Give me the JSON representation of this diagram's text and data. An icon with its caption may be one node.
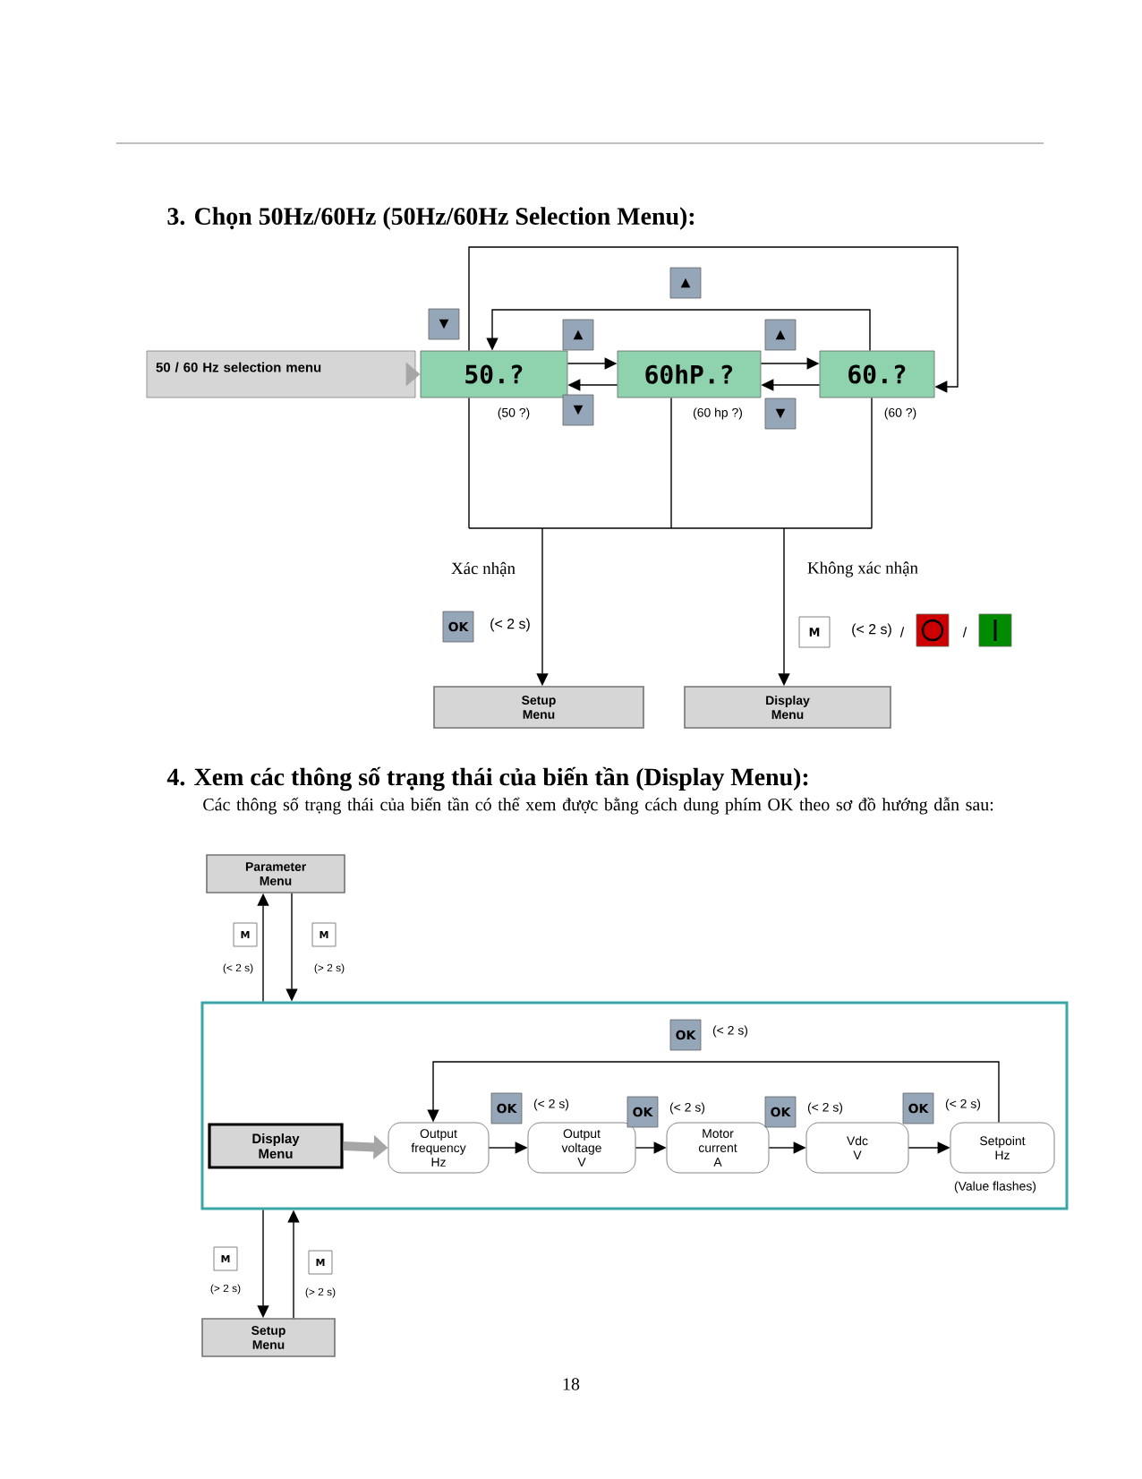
{
  "diagram": {
    "title": "3. Chọn 50Hz/60Hz (50Hz/60Hz Selection Menu):",
    "nodes": [
      {
        "text": [
          "50 / 60 Hz selection menu"
        ]
      },
      {
        "text": [
          "50.?"
        ],
        "beside": [
          "(50 ?)"
        ]
      },
      {
        "text": [
          "60hP.?"
        ],
        "beside": [
          "(60 hp ?)"
        ]
      },
      {
        "text": [
          "60.?"
        ],
        "beside": [
          "(60 ?)"
        ]
      },
      {
        "text": [
          "Setup Menu"
        ]
      },
      {
        "text": [
          "Display Menu"
        ]
      },
      {
        "text": [
          "Parameter Menu"
        ]
      },
      {
        "text": [],
        "shape": "box"
      },
      {
        "text": [
          "Display Menu"
        ],
        "in": 7
      },
      {
        "text": [
          "Output frequency Hz"
        ],
        "in": 7
      },
      {
        "text": [
          "Output voltage V"
        ],
        "in": 7
      },
      {
        "text": [
          "Motor current A"
        ],
        "in": 7
      },
      {
        "text": [
          "Vdc V"
        ],
        "in": 7
      },
      {
        "text": [
          "Setpoint Hz"
        ],
        "in": 7,
        "beside": [
          "(Value flashes)"
        ]
      },
      {
        "text": [
          "Setup Menu"
        ]
      }
    ],
    "edges": [
      {
        "from": 0,
        "to": 1,
        "arrow": "to",
        "style": "thick",
        "color": "#a6a6a6"
      },
      {
        "from": 1,
        "to": 2,
        "arrow": "to"
      },
      {
        "from": 2,
        "to": 1,
        "arrow": "to"
      },
      {
        "from": 2,
        "to": 3,
        "arrow": "to"
      },
      {
        "from": 3,
        "to": 2,
        "arrow": "to"
      },
      {
        "from": 1,
        "to": 3,
        "arrow": "to"
      },
      {
        "from": 3,
        "to": 1,
        "arrow": "to"
      },
      {
        "from": 1,
        "to": 4,
        "arrow": "to"
      },
      {
        "from": 1,
        "to": 5,
        "arrow": "to"
      },
      {
        "from": 2,
        "to": 4,
        "arrow": "to"
      },
      {
        "from": 2,
        "to": 5,
        "arrow": "to"
      },
      {
        "from": 3,
        "to": 4,
        "arrow": "to"
      },
      {
        "from": 3,
        "to": 5,
        "arrow": "to"
      },
      {
        "from": 7,
        "to": 6,
        "arrow": "to"
      },
      {
        "from": 6,
        "to": 7,
        "arrow": "to"
      },
      {
        "from": 8,
        "to": 9,
        "arrow": "to",
        "style": "thick",
        "color": "#a6a6a6"
      },
      {
        "from": 9,
        "to": 10,
        "arrow": "to"
      },
      {
        "from": 10,
        "to": 11,
        "arrow": "to"
      },
      {
        "from": 11,
        "to": 12,
        "arrow": "to"
      },
      {
        "from": 12,
        "to": 13,
        "arrow": "to"
      },
      {
        "from": 13,
        "to": 9,
        "arrow": "to"
      },
      {
        "from": 7,
        "to": 14,
        "arrow": "to"
      },
      {
        "from": 14,
        "to": 7,
        "arrow": "to"
      }
    ],
    "labels": [
      "▲",
      "▼",
      "▲",
      "▲",
      "▼",
      "▼",
      "Xác nhận",
      "Không xác nhận",
      "OK",
      "(< 2 s)",
      "M",
      "(< 2 s)",
      "/",
      "/",
      "4. Xem các thông số trạng thái của biến tần (Display Menu):",
      "Các thông số trạng thái của biến tần có thể xem được bằng cách dung phím OK theo sơ đồ hướng dẫn sau:",
      "M",
      "(< 2 s)",
      "M",
      "(> 2 s)",
      "OK",
      "(< 2 s)",
      "OK",
      "(< 2 s)",
      "OK",
      "(< 2 s)",
      "OK",
      "(< 2 s)",
      "OK",
      "(< 2 s)",
      "M",
      "(> 2 s)",
      "M",
      "(> 2 s)",
      "18"
    ]
  }
}
